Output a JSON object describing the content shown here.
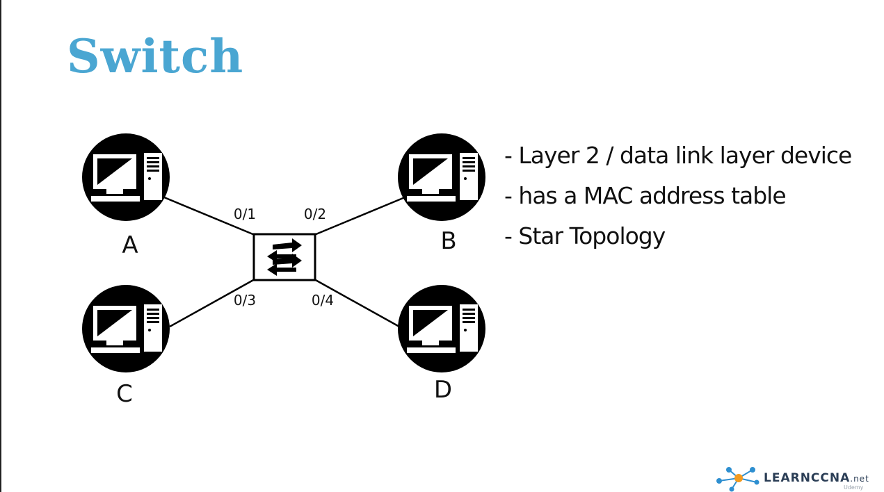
{
  "slide": {
    "title": "Switch"
  },
  "nodes": [
    {
      "id": "A",
      "label": "A"
    },
    {
      "id": "B",
      "label": "B"
    },
    {
      "id": "C",
      "label": "C"
    },
    {
      "id": "D",
      "label": "D"
    }
  ],
  "ports": [
    "0/1",
    "0/2",
    "0/3",
    "0/4"
  ],
  "bullets": [
    "- Layer 2 / data link layer device",
    "- has a MAC address table",
    "- Star Topology"
  ],
  "brand": {
    "name": "LEARNCCNA",
    "suffix": ".net",
    "sub": "Udemy"
  },
  "colors": {
    "title": "#4aa6d2",
    "logo_blue": "#2e8fd0",
    "logo_orange": "#f39a1e"
  },
  "icons": {
    "node": "desktop-computer-icon",
    "switch": "switch-arrows-icon",
    "logo": "network-molecule-icon"
  }
}
